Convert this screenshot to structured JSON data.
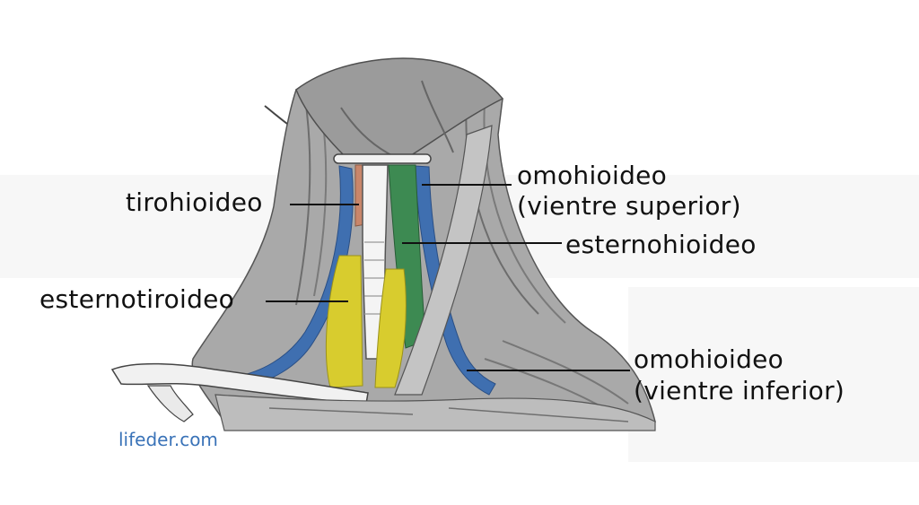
{
  "labels": {
    "tirohioideo": "tirohioideo",
    "omohioideo_superior_line1": "omohioideo",
    "omohioideo_superior_line2": "(vientre superior)",
    "esternohioideo": "esternohioideo",
    "esternotiroideo": "esternotiroideo",
    "omohioideo_inferior_line1": "omohioideo",
    "omohioideo_inferior_line2": "(vientre inferior)"
  },
  "watermark": "lifeder.com",
  "colors": {
    "tirohioideo": "#c9866a",
    "esternohioideo": "#3d8a52",
    "omohioideo": "#3f6fb0",
    "esternotiroideo": "#d8cc2e",
    "muscle_gray": "#8e8e8e",
    "watermark": "#3a73b8"
  }
}
